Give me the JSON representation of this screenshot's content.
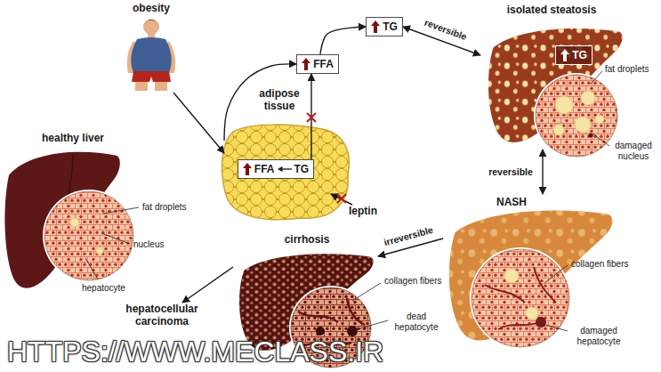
{
  "diagram": {
    "nodes": [
      {
        "text": [
          "obesity"
        ]
      },
      {
        "text": [
          "FFA"
        ]
      },
      {
        "text": [
          "TG"
        ]
      },
      {
        "text": [
          "isolated steatosis"
        ]
      },
      {
        "text": [
          "TG"
        ],
        "in": 3
      },
      {
        "text": [
          "healthy liver"
        ]
      },
      {
        "text": [
          "adipose tissue"
        ]
      },
      {
        "text": [
          "FFA",
          "TG"
        ],
        "in": 6
      },
      {
        "text": [
          "leptin"
        ]
      },
      {
        "text": [
          "NASH"
        ]
      },
      {
        "text": [
          "cirrhosis"
        ]
      },
      {
        "text": [
          "hepatocellular carcinoma"
        ]
      }
    ],
    "edges": [
      {
        "from": 0,
        "to": 6,
        "arrow": "to"
      },
      {
        "from": 6,
        "to": 1,
        "arrow": "to"
      },
      {
        "from": 7,
        "to": 1,
        "arrow": "to"
      },
      {
        "from": 8,
        "to": 6,
        "arrow": "to"
      },
      {
        "from": 1,
        "to": 2,
        "arrow": "to"
      },
      {
        "from": 2,
        "to": 3,
        "label": "reversible",
        "arrow": "both"
      },
      {
        "from": 3,
        "to": 9,
        "label": "reversible",
        "arrow": "both"
      },
      {
        "from": 9,
        "to": 10,
        "label": "irreversible",
        "arrow": "to"
      },
      {
        "from": 10,
        "to": 11,
        "arrow": "to"
      }
    ],
    "labels": [
      "fat droplets",
      "nucleus",
      "hepatocyte",
      "fat droplets",
      "damaged nucleus",
      "collagen fibers",
      "damaged hepatocyte",
      "collagen fibers",
      "dead hepatocyte",
      "HTTPS://WWW.MECLASS.IR"
    ]
  }
}
